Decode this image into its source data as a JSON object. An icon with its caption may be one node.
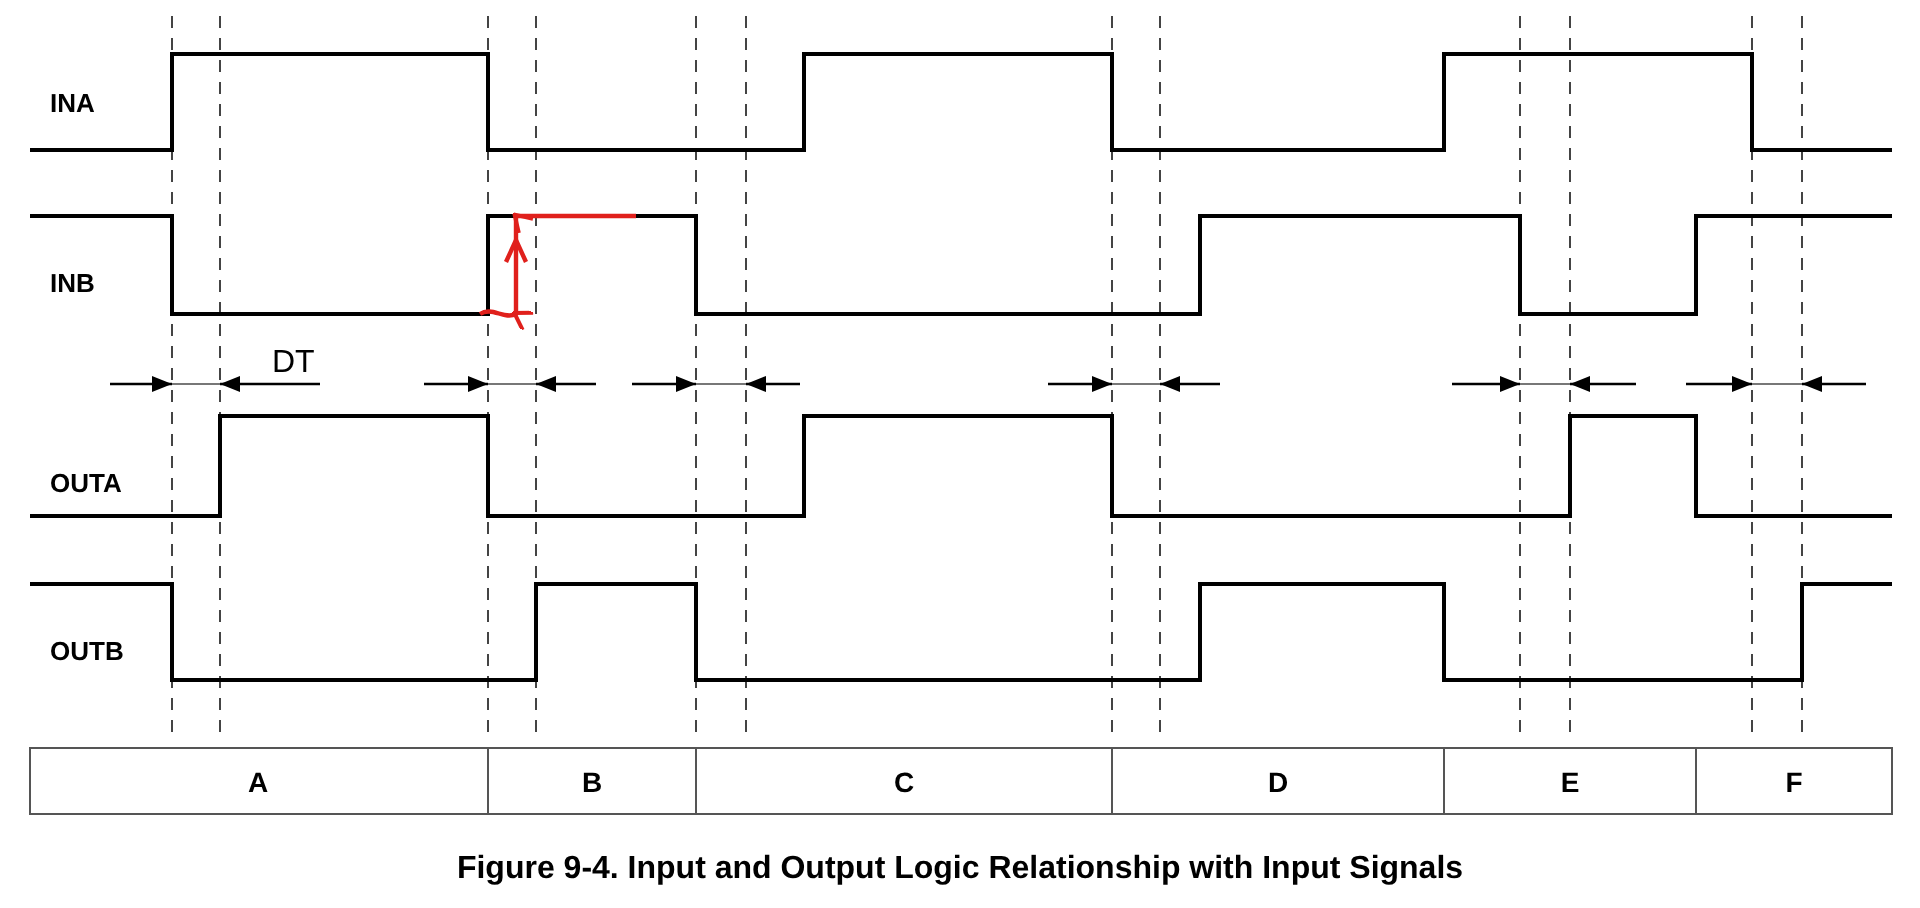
{
  "diagram": {
    "caption": "Figure 9-4. Input and Output Logic Relationship with Input Signals",
    "labels": [
      "INA",
      "INB",
      "DT",
      "OUTA",
      "OUTB",
      "A",
      "B",
      "C",
      "D",
      "E",
      "F"
    ]
  }
}
